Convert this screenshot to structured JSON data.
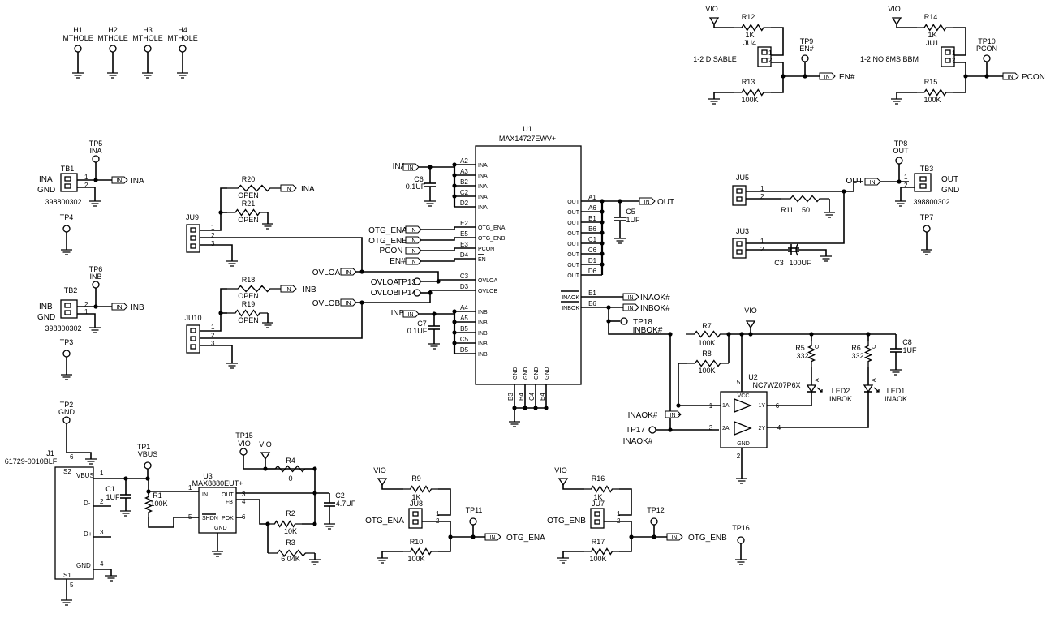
{
  "labels": {
    "INA": "INA",
    "INB": "INB",
    "OUT": "OUT",
    "GND": "GND",
    "VIO": "VIO",
    "VBUS": "VBUS",
    "IN": "IN",
    "ENn": "EN#",
    "PCON": "PCON",
    "OVLOA": "OVLOA",
    "OVLOB": "OVLOB",
    "OTG_ENA": "OTG_ENA",
    "OTG_ENB": "OTG_ENB",
    "INAOKn": "INAOK#",
    "INBOKn": "INBOK#",
    "INAOK": "INAOK",
    "INBOK": "INBOK",
    "MTHOLE": "MTHOLE",
    "conn": "398800302",
    "one": "1",
    "two": "2",
    "three": "3",
    "four": "4",
    "five": "5",
    "six": "6"
  },
  "mounting_holes": [
    "H1",
    "H2",
    "H3",
    "H4"
  ],
  "test_points": {
    "TP1": "TP1",
    "TP2": "TP2",
    "TP3": "TP3",
    "TP4": "TP4",
    "TP5": "TP5",
    "TP6": "TP6",
    "TP7": "TP7",
    "TP8": "TP8",
    "TP9": "TP9",
    "TP10": "TP10",
    "TP11": "TP11",
    "TP12": "TP12",
    "TP13": "TP13",
    "TP14": "TP14",
    "TP15": "TP15",
    "TP16": "TP16",
    "TP17": "TP17",
    "TP18": "TP18"
  },
  "refs": {
    "TB1": "TB1",
    "TB2": "TB2",
    "TB3": "TB3",
    "JU1": "JU1",
    "JU3": "JU3",
    "JU4": "JU4",
    "JU5": "JU5",
    "JU7": "JU7",
    "JU8": "JU8",
    "JU9": "JU9",
    "JU10": "JU10",
    "J1": "J1",
    "J1_part": "61729-0010BLF",
    "U1": "U1",
    "U1_part": "MAX14727EWV+",
    "U2": "U2",
    "U2_part": "NC7WZ07P6X",
    "U3": "U3",
    "U3_part": "MAX8880EUT+",
    "LED1": "LED1",
    "LED2": "LED2"
  },
  "components": {
    "R1": "R1",
    "R1_val": "100K",
    "R2": "R2",
    "R2_val": "10K",
    "R3": "R3",
    "R3_val": "6.04K",
    "R4": "R4",
    "R4_val": "0",
    "R5": "R5",
    "R5_val": "332",
    "R6": "R6",
    "R6_val": "332",
    "R7": "R7",
    "R7_val": "100K",
    "R8": "R8",
    "R8_val": "100K",
    "R9": "R9",
    "R9_val": "1K",
    "R10": "R10",
    "R10_val": "100K",
    "R11": "R11",
    "R11_val": "50",
    "R12": "R12",
    "R12_val": "1K",
    "R13": "R13",
    "R13_val": "100K",
    "R14": "R14",
    "R14_val": "1K",
    "R15": "R15",
    "R15_val": "100K",
    "R16": "R16",
    "R16_val": "1K",
    "R17": "R17",
    "R17_val": "100K",
    "R18": "R18",
    "R19": "R19",
    "R20": "R20",
    "R21": "R21",
    "open": "OPEN",
    "C1": "C1",
    "C1_val": "1UF",
    "C2": "C2",
    "C2_val": "4.7UF",
    "C3": "C3",
    "C3_val": "100UF",
    "C5": "C5",
    "C5_val": "1UF",
    "C6": "C6",
    "C6_val": "0.1UF",
    "C7": "C7",
    "C7_val": "0.1UF",
    "C8": "C8",
    "C8_val": "1UF"
  },
  "notes": {
    "ju4": "1-2 DISABLE",
    "ju1": "1-2 NO 8MS BBM"
  },
  "u1_pins": {
    "left": [
      "A2",
      "A3",
      "B2",
      "C2",
      "D2",
      "E2",
      "E5",
      "E3",
      "D4",
      "C3",
      "D3",
      "A4",
      "A5",
      "B5",
      "C5",
      "D5"
    ],
    "left_names": [
      "INA",
      "INA",
      "INA",
      "INA",
      "INA",
      "OTG_ENA",
      "OTG_ENB",
      "PCON",
      "EN",
      "OVLOA",
      "OVLOB",
      "INB",
      "INB",
      "INB",
      "INB",
      "INB"
    ],
    "right": [
      "A1",
      "A6",
      "B1",
      "B6",
      "C1",
      "C6",
      "D1",
      "D6",
      "E1",
      "E6"
    ],
    "right_names": [
      "OUT",
      "OUT",
      "OUT",
      "OUT",
      "OUT",
      "OUT",
      "OUT",
      "OUT",
      "INAOK",
      "INBOK"
    ],
    "bottom": [
      "B3",
      "B4",
      "C4",
      "E4"
    ],
    "bottom_names": [
      "GND",
      "GND",
      "GND",
      "GND"
    ]
  },
  "u2_pins": {
    "VCC": "VCC",
    "GND": "GND",
    "1A": "1A",
    "2A": "2A",
    "1Y": "1Y",
    "2Y": "2Y",
    "p1": "1",
    "p2": "2",
    "p3": "3",
    "p4": "4",
    "p5": "5",
    "p6": "6"
  },
  "u3_pins": {
    "IN": "IN",
    "SHDN": "SHDN",
    "OUT": "OUT",
    "FB": "FB",
    "POK": "POK",
    "GND": "GND"
  },
  "j1_pins": {
    "S2": "S2",
    "VBUS": "VBUS",
    "Dm": "D-",
    "Dp": "D+",
    "GND": "GND",
    "S1": "S1"
  },
  "led_marks": {
    "A": "A",
    "C": "C"
  }
}
